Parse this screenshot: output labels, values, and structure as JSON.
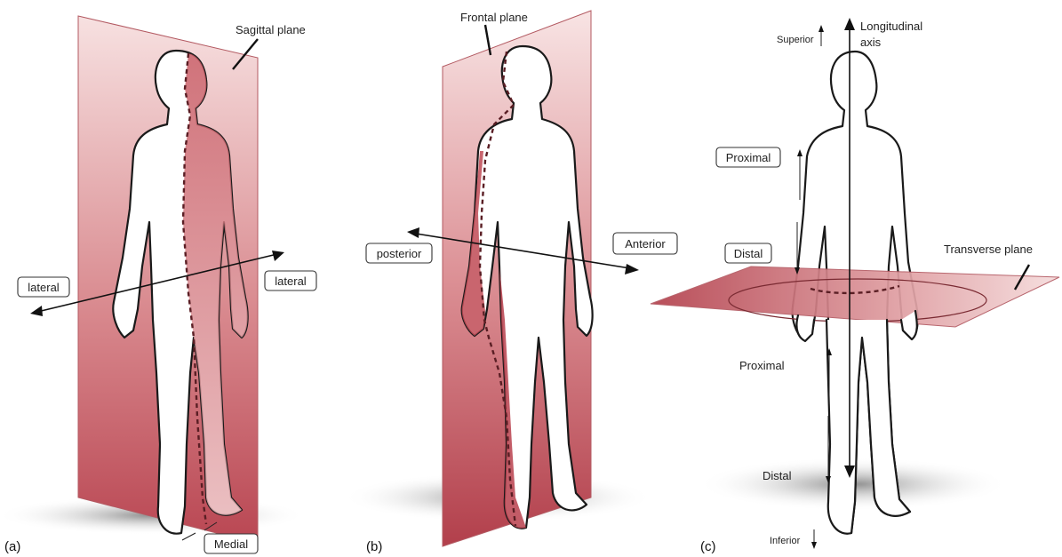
{
  "panels": {
    "a": {
      "panel_label": "(a)",
      "plane_label": "Sagittal plane",
      "left_direction": "lateral",
      "right_direction": "lateral",
      "bottom_direction": "Medial"
    },
    "b": {
      "panel_label": "(b)",
      "plane_label": "Frontal plane",
      "back_direction": "posterior",
      "front_direction": "Anterior"
    },
    "c": {
      "panel_label": "(c)",
      "superior": "Superior",
      "axis_label_line1": "Longitudinal",
      "axis_label_line2": "axis",
      "arm_proximal": "Proximal",
      "arm_distal": "Distal",
      "plane_label": "Transverse plane",
      "leg_proximal": "Proximal",
      "leg_distal": "Distal",
      "inferior": "Inferior"
    }
  },
  "colors": {
    "plane_dark": "#b5444f",
    "plane_light": "#f6dada",
    "outline": "#1a1a1a",
    "shadow": "#9a9a9a"
  }
}
